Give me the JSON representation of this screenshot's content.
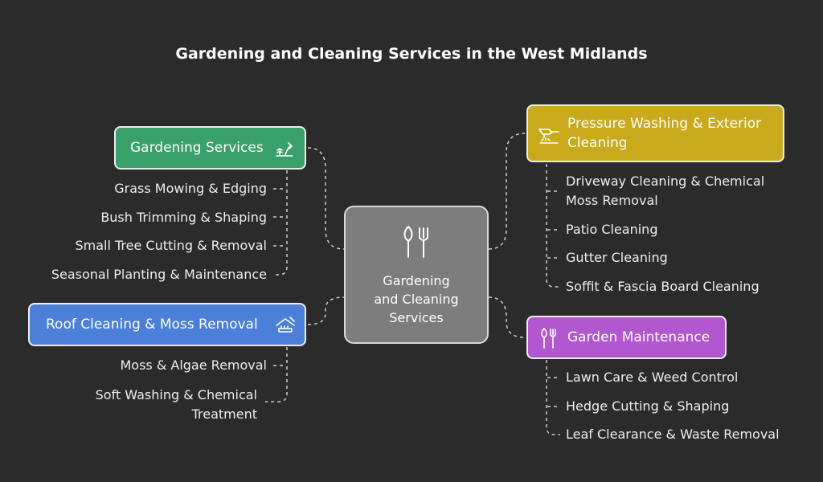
{
  "title": "Gardening and Cleaning Services in the West Midlands",
  "center": {
    "label": "Gardening\nand Cleaning\nServices",
    "icon": "garden-tools-icon"
  },
  "colors": {
    "background": "#2b2b2b",
    "center": "#7d7d7d",
    "gardening": "#3aa06a",
    "roof": "#4b7fd8",
    "pressure": "#c8aa1c",
    "garden_maintenance": "#b257d0"
  },
  "branches": {
    "gardening": {
      "label": "Gardening Services",
      "icon": "planting-icon",
      "items": [
        "Grass Mowing & Edging",
        "Bush Trimming & Shaping",
        "Small Tree Cutting & Removal",
        "Seasonal Planting & Maintenance"
      ]
    },
    "roof": {
      "label": "Roof Cleaning & Moss Removal",
      "icon": "roof-brush-icon",
      "items": [
        "Moss & Algae Removal",
        "Soft Washing & Chemical\nTreatment"
      ]
    },
    "pressure": {
      "label": "Pressure Washing & Exterior\nCleaning",
      "icon": "pressure-washer-icon",
      "items": [
        "Driveway Cleaning & Chemical\nMoss Removal",
        "Patio Cleaning",
        "Gutter Cleaning",
        "Soffit & Fascia Board Cleaning"
      ]
    },
    "garden_maintenance": {
      "label": "Garden Maintenance",
      "icon": "garden-tools-icon",
      "items": [
        "Lawn Care & Weed Control",
        "Hedge Cutting & Shaping",
        "Leaf Clearance & Waste Removal"
      ]
    }
  }
}
